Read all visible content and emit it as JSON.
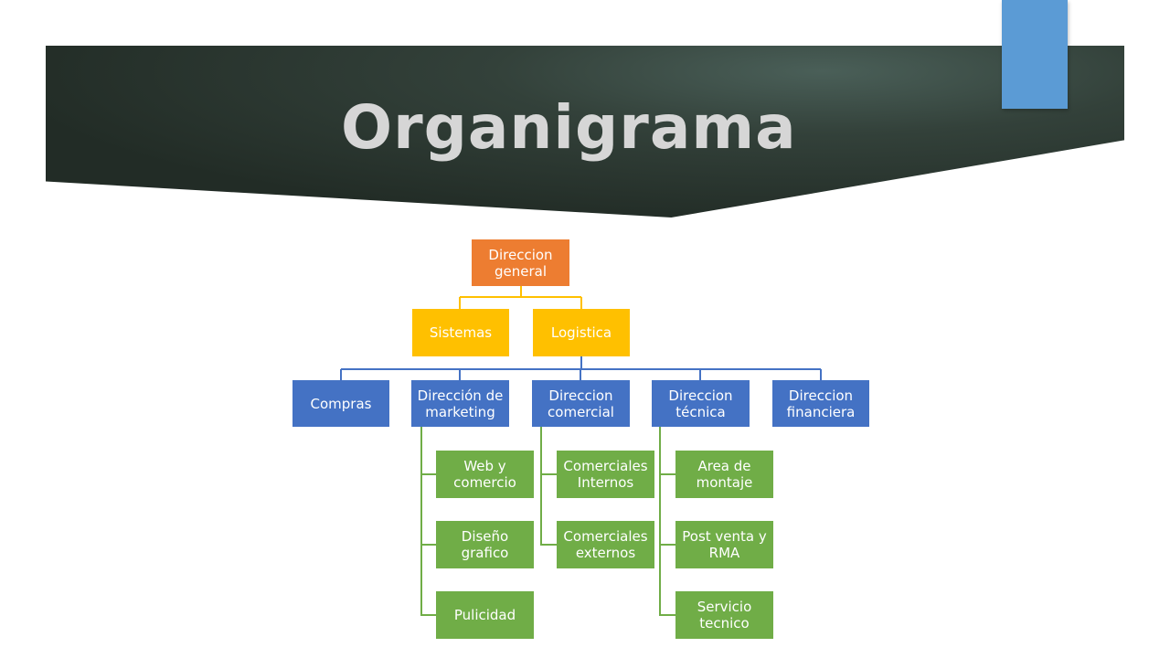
{
  "slide": {
    "title": "Organigrama",
    "accent_color": "#5b9bd5",
    "banner_color": "#2b3630"
  },
  "org": {
    "root": "Direccion general",
    "level1": [
      "Sistemas",
      "Logistica"
    ],
    "level2": [
      "Compras",
      "Dirección de marketing",
      "Direccion comercial",
      "Direccion técnica",
      "Direccion financiera"
    ],
    "marketing_children": [
      "Web y comercio",
      "Diseño grafico",
      "Pulicidad"
    ],
    "comercial_children": [
      "Comerciales Internos",
      "Comerciales externos"
    ],
    "tecnica_children": [
      "Area de montaje",
      "Post venta y RMA",
      "Servicio tecnico"
    ],
    "colors": {
      "root": "#ed7d31",
      "level1": "#ffc000",
      "level2": "#4472c4",
      "level3": "#70ad47"
    }
  }
}
